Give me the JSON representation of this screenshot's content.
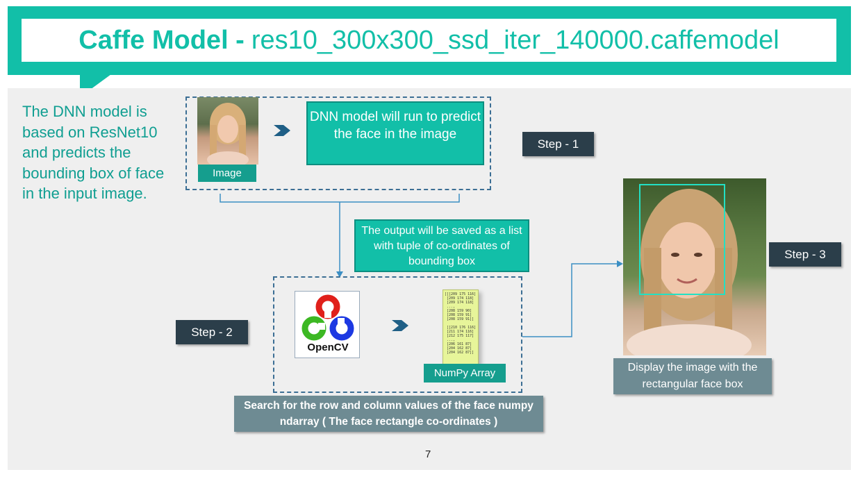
{
  "header": {
    "title_bold": "Caffe Model -",
    "title_normal": "res10_300x300_ssd_iter_140000.caffemodel"
  },
  "intro_text": "The DNN model is based on ResNet10 and predicts the bounding box of face in the input image.",
  "step1": {
    "image_label": "Image",
    "dnn_text": "DNN model will run to predict the face in the image",
    "step_label": "Step - 1"
  },
  "output_text": "The output will be saved as a list with tuple of co-ordinates of bounding box",
  "step2": {
    "step_label": "Step - 2",
    "opencv_label": "OpenCV",
    "numpy_label": "NumPy Array",
    "numpy_lines": [
      "[[[209 175 116]",
      " [209 174 118]",
      " [209 174 118]",
      " ...,",
      " [208 159 90]",
      " [208 159 91]",
      " [208 159 91]]",
      "",
      " [[210 176 116]",
      " [211 174 116]",
      " [212 175 117]",
      " ...,",
      " [206 161 87]",
      " [204 162 87]",
      " [204 162 87]]"
    ],
    "search_text": "Search for the row and column values of the face numpy ndarray ( The face rectangle co-ordinates )"
  },
  "step3": {
    "step_label": "Step - 3",
    "display_text": "Display the image with the rectangular face box"
  },
  "page_number": "7",
  "colors": {
    "teal": "#12bfa8",
    "dark_step": "#2b3e4a",
    "grey_box": "#6e8b93",
    "connector": "#3b8fc4"
  }
}
